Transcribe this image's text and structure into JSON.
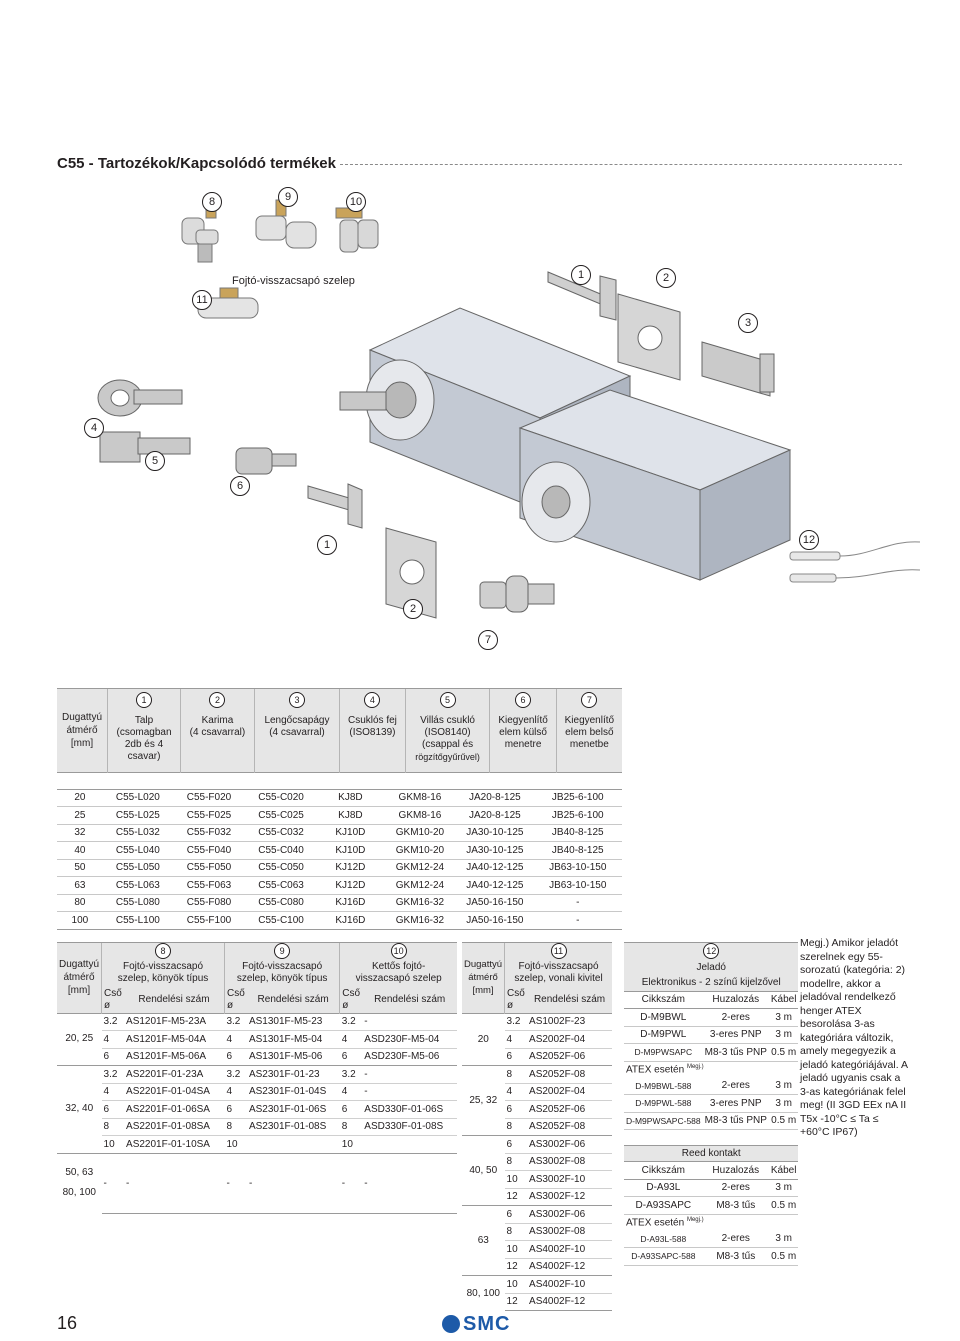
{
  "header": {
    "title": "C55 - Tartozékok/Kapcsolódó termékek"
  },
  "figure": {
    "callouts": [
      "1",
      "2",
      "3",
      "4",
      "5",
      "6",
      "7",
      "8",
      "9",
      "10",
      "11",
      "12"
    ],
    "valve_label": "Fojtó-visszacsapó szelep"
  },
  "table1": {
    "col0": [
      "Dugattyú",
      "átmérő",
      "[mm]"
    ],
    "headers": [
      {
        "num": "1",
        "lines": [
          "Talp",
          "(csomagban",
          "2db és 4",
          "csavar)"
        ]
      },
      {
        "num": "2",
        "lines": [
          "Karima",
          "(4 csavarral)"
        ]
      },
      {
        "num": "3",
        "lines": [
          "Lengőcsapágy",
          "(4 csavarral)"
        ]
      },
      {
        "num": "4",
        "lines": [
          "Csuklós fej",
          "(ISO8139)"
        ]
      },
      {
        "num": "5",
        "lines": [
          "Villás csukló",
          "(ISO8140)",
          "(csappal és",
          "rögzítőgyűrűvel)"
        ]
      },
      {
        "num": "6",
        "lines": [
          "Kiegyenlítő",
          "elem külső",
          "menetre"
        ]
      },
      {
        "num": "7",
        "lines": [
          "Kiegyenlítő",
          "elem belső",
          "menetbe"
        ]
      }
    ],
    "rows": [
      [
        "20",
        "C55-L020",
        "C55-F020",
        "C55-C020",
        "KJ8D",
        "GKM8-16",
        "JA20-8-125",
        "JB25-6-100"
      ],
      [
        "25",
        "C55-L025",
        "C55-F025",
        "C55-C025",
        "KJ8D",
        "GKM8-16",
        "JA20-8-125",
        "JB25-6-100"
      ],
      [
        "32",
        "C55-L032",
        "C55-F032",
        "C55-C032",
        "KJ10D",
        "GKM10-20",
        "JA30-10-125",
        "JB40-8-125"
      ],
      [
        "40",
        "C55-L040",
        "C55-F040",
        "C55-C040",
        "KJ10D",
        "GKM10-20",
        "JA30-10-125",
        "JB40-8-125"
      ],
      [
        "50",
        "C55-L050",
        "C55-F050",
        "C55-C050",
        "KJ12D",
        "GKM12-24",
        "JA40-12-125",
        "JB63-10-150"
      ],
      [
        "63",
        "C55-L063",
        "C55-F063",
        "C55-C063",
        "KJ12D",
        "GKM12-24",
        "JA40-12-125",
        "JB63-10-150"
      ],
      [
        "80",
        "C55-L080",
        "C55-F080",
        "C55-C080",
        "KJ16D",
        "GKM16-32",
        "JA50-16-150",
        "-"
      ],
      [
        "100",
        "C55-L100",
        "C55-F100",
        "C55-C100",
        "KJ16D",
        "GKM16-32",
        "JA50-16-150",
        "-"
      ]
    ]
  },
  "table2": {
    "col0": [
      "Dugattyú",
      "átmérő",
      "[mm]"
    ],
    "groups": [
      {
        "num": "8",
        "lines": [
          "Fojtó-visszacsapó",
          "szelep, könyök típus"
        ]
      },
      {
        "num": "9",
        "lines": [
          "Fojtó-visszacsapó",
          "szelep, könyök típus"
        ]
      },
      {
        "num": "10",
        "lines": [
          "Kettős fojtó-",
          "visszacsapó szelep"
        ]
      }
    ],
    "sub": {
      "cso": "Cső",
      "phi": "ø",
      "order": "Rendelési szám"
    },
    "bores": [
      "20, 25",
      "32, 40",
      "50, 63",
      "80, 100"
    ],
    "rows": [
      [
        "3.2",
        "AS1201F-M5-23A",
        "3.2",
        "AS1301F-M5-23",
        "3.2",
        "-"
      ],
      [
        "4",
        "AS1201F-M5-04A",
        "4",
        "AS1301F-M5-04",
        "4",
        "ASD230F-M5-04"
      ],
      [
        "6",
        "AS1201F-M5-06A",
        "6",
        "AS1301F-M5-06",
        "6",
        "ASD230F-M5-06"
      ],
      [
        "3.2",
        "AS2201F-01-23A",
        "3.2",
        "AS2301F-01-23",
        "3.2",
        "-"
      ],
      [
        "4",
        "AS2201F-01-04SA",
        "4",
        "AS2301F-01-04S",
        "4",
        "-"
      ],
      [
        "6",
        "AS2201F-01-06SA",
        "6",
        "AS2301F-01-06S",
        "6",
        "ASD330F-01-06S"
      ],
      [
        "8",
        "AS2201F-01-08SA",
        "8",
        "AS2301F-01-08S",
        "8",
        "ASD330F-01-08S"
      ],
      [
        "10",
        "AS2201F-01-10SA",
        "10",
        "",
        "10",
        ""
      ],
      [
        "-",
        "-",
        "-",
        "-",
        "-",
        "-"
      ]
    ]
  },
  "table3": {
    "col0": [
      "Dugattyú",
      "átmérő",
      "[mm]"
    ],
    "num": "11",
    "lines": [
      "Fojtó-visszacsapó",
      "szelep, vonali kivitel"
    ],
    "sub": {
      "cso": "Cső",
      "phi": "ø",
      "order": "Rendelési szám"
    },
    "bores": [
      "20",
      "25, 32",
      "40, 50",
      "63",
      "80, 100"
    ],
    "rows": [
      [
        "3.2",
        "AS1002F-23"
      ],
      [
        "4",
        "AS2002F-04"
      ],
      [
        "6",
        "AS2052F-06"
      ],
      [
        "8",
        "AS2052F-08"
      ],
      [
        "4",
        "AS2002F-04"
      ],
      [
        "6",
        "AS2052F-06"
      ],
      [
        "8",
        "AS2052F-08"
      ],
      [
        "6",
        "AS3002F-06"
      ],
      [
        "8",
        "AS3002F-08"
      ],
      [
        "10",
        "AS3002F-10"
      ],
      [
        "12",
        "AS3002F-12"
      ],
      [
        "6",
        "AS3002F-06"
      ],
      [
        "8",
        "AS3002F-08"
      ],
      [
        "10",
        "AS4002F-10"
      ],
      [
        "12",
        "AS4002F-12"
      ],
      [
        "10",
        "AS4002F-10"
      ],
      [
        "12",
        "AS4002F-12"
      ]
    ]
  },
  "table4": {
    "num": "12",
    "title": "Jeladó",
    "subtitle": "Elektronikus - 2 színű kijelzővel",
    "cols": [
      "Cikkszám",
      "Huzalozás",
      "Kábel"
    ],
    "rows1": [
      [
        "D-M9BWL",
        "2-eres",
        "3 m"
      ],
      [
        "D-M9PWL",
        "3-eres PNP",
        "3 m"
      ],
      [
        "D-M9PWSAPC",
        "M8-3 tűs PNP",
        "0.5 m"
      ]
    ],
    "atex": "ATEX esetén",
    "megj": "Megj.)",
    "rows2": [
      [
        "D-M9BWL-588",
        "2-eres",
        "3 m"
      ],
      [
        "D-M9PWL-588",
        "3-eres PNP",
        "3 m"
      ],
      [
        "D-M9PWSAPC-588",
        "M8-3 tűs PNP",
        "0.5 m"
      ]
    ],
    "reed": "Reed kontakt",
    "rows3": [
      [
        "D-A93L",
        "2-eres",
        "3 m"
      ],
      [
        "D-A93SAPC",
        "M8-3 tűs",
        "0.5 m"
      ]
    ],
    "rows4": [
      [
        "D-A93L-588",
        "2-eres",
        "3 m"
      ],
      [
        "D-A93SAPC-588",
        "M8-3 tűs",
        "0.5 m"
      ]
    ]
  },
  "note": {
    "text": "Megj.) Amikor jeladót szerelnek egy 55-sorozatú (kategória: 2) modellre, akkor a jeladóval rendelkező henger ATEX besorolása 3-as kategóriára változik, amely megegyezik a jeladó kategóriájával. A jeladó ugyanis csak a 3-as kategóriának felel meg! (II 3GD EEx nA II T5x -10°C ≤ Ta ≤ +60°C IP67)"
  },
  "footer": {
    "page": "16",
    "brand": "SMC"
  },
  "colors": {
    "text": "#231f20",
    "grid": "#9a9a9a",
    "shade": "#e6e6e6",
    "brand": "#1d5aa8"
  }
}
